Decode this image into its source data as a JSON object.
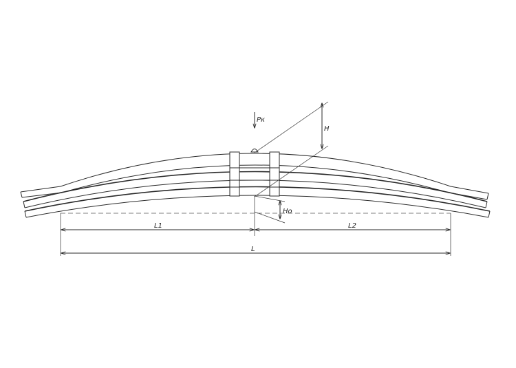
{
  "drawing": {
    "labels": {
      "force": "Pк",
      "height": "H",
      "height_zero": "Ho",
      "span_left": "L1",
      "span_right": "L2",
      "span_total": "L"
    },
    "line_color": "#2a2a2a",
    "background": "#ffffff"
  }
}
